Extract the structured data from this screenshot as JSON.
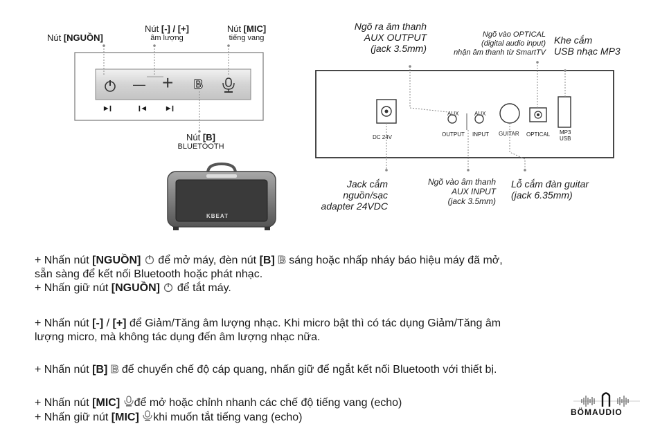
{
  "panel_labels": {
    "nguon_prefix": "Nút ",
    "nguon_bold": "[NGUỒN]",
    "vol_prefix": "Nút ",
    "vol_bold": "[-] / [+]",
    "vol_sub": "âm lượng",
    "mic_prefix": "Nút ",
    "mic_bold": "[MIC]",
    "mic_sub": "tiếng vang",
    "b_prefix": "Nút ",
    "b_bold": "[B]",
    "b_sub": "BLUETOOTH"
  },
  "panel_buttons": {
    "minus": "—",
    "plus": "+",
    "b": "B",
    "play": "▶❙",
    "prev": "❙◀",
    "next": "▶❙"
  },
  "speaker_brand": "KBEAT",
  "rear_top_labels": {
    "aux_out_l1": "Ngõ ra âm thanh",
    "aux_out_l2": "AUX OUTPUT",
    "aux_out_l3": "(jack 3.5mm)",
    "optical_l1": "Ngõ vào OPTICAL",
    "optical_l2": "(digital audio input)",
    "optical_l3": "nhận âm thanh từ SmartTV",
    "usb_l1": "Khe cắm",
    "usb_l2": "USB nhạc MP3"
  },
  "rear_panel": {
    "dc": "DC 24V",
    "aux1": "AUX",
    "aux2": "AUX",
    "output": "OUTPUT",
    "input": "INPUT",
    "guitar": "GUITAR",
    "optical": "OPTICAL",
    "mp3": "MP3",
    "usb": "USB"
  },
  "rear_bottom_labels": {
    "jack_l1": "Jack cắm",
    "jack_l2": "nguồn/sạc",
    "jack_l3": "adapter 24VDC",
    "auxin_l1": "Ngõ vào âm thanh",
    "auxin_l2": "AUX INPUT",
    "auxin_l3": "(jack 3.5mm)",
    "guitar_l1": "Lỗ cắm đàn guitar",
    "guitar_l2": "(jack 6.35mm)"
  },
  "instructions": {
    "l1_a": "+ Nhấn nút ",
    "l1_b": "[NGUỒN]",
    "l1_c": " để mở máy, đèn nút ",
    "l1_d": "[B]",
    "l1_e": " sáng hoặc nhấp nháy báo hiệu máy đã mở,",
    "l2": "sẵn sàng để kết nối Bluetooth hoặc phát nhạc.",
    "l3_a": "+ Nhấn giữ nút ",
    "l3_b": "[NGUỒN]",
    "l3_c": " để tắt máy.",
    "l4_a": "+ Nhấn nút ",
    "l4_b": "[-]",
    "l4_c": " / ",
    "l4_d": "[+]",
    "l4_e": " để Giảm/Tăng âm lượng nhạc. Khi micro bật thì có tác dụng Giảm/Tăng âm",
    "l5": "lượng micro, mà không tác dụng đến âm lượng nhạc nữa.",
    "l6_a": "+ Nhấn nút ",
    "l6_b": "[B]",
    "l6_c": " để chuyển chế độ cáp quang, nhấn giữ để ngắt kết nối Bluetooth với thiết bị.",
    "l7_a": "+ Nhấn nút ",
    "l7_b": "[MIC]",
    "l7_c": "để mở hoặc chỉnh nhanh các chế độ tiếng vang (echo)",
    "l8_a": "+ Nhấn giữ nút ",
    "l8_b": "[MIC]",
    "l8_c": "khi muốn tắt tiếng vang (echo)"
  },
  "logo": {
    "text": "BÖMAUDIO"
  },
  "icons": {
    "power": "power-icon",
    "mic": "mic-icon",
    "bluetooth_b": "b-outline-icon"
  }
}
